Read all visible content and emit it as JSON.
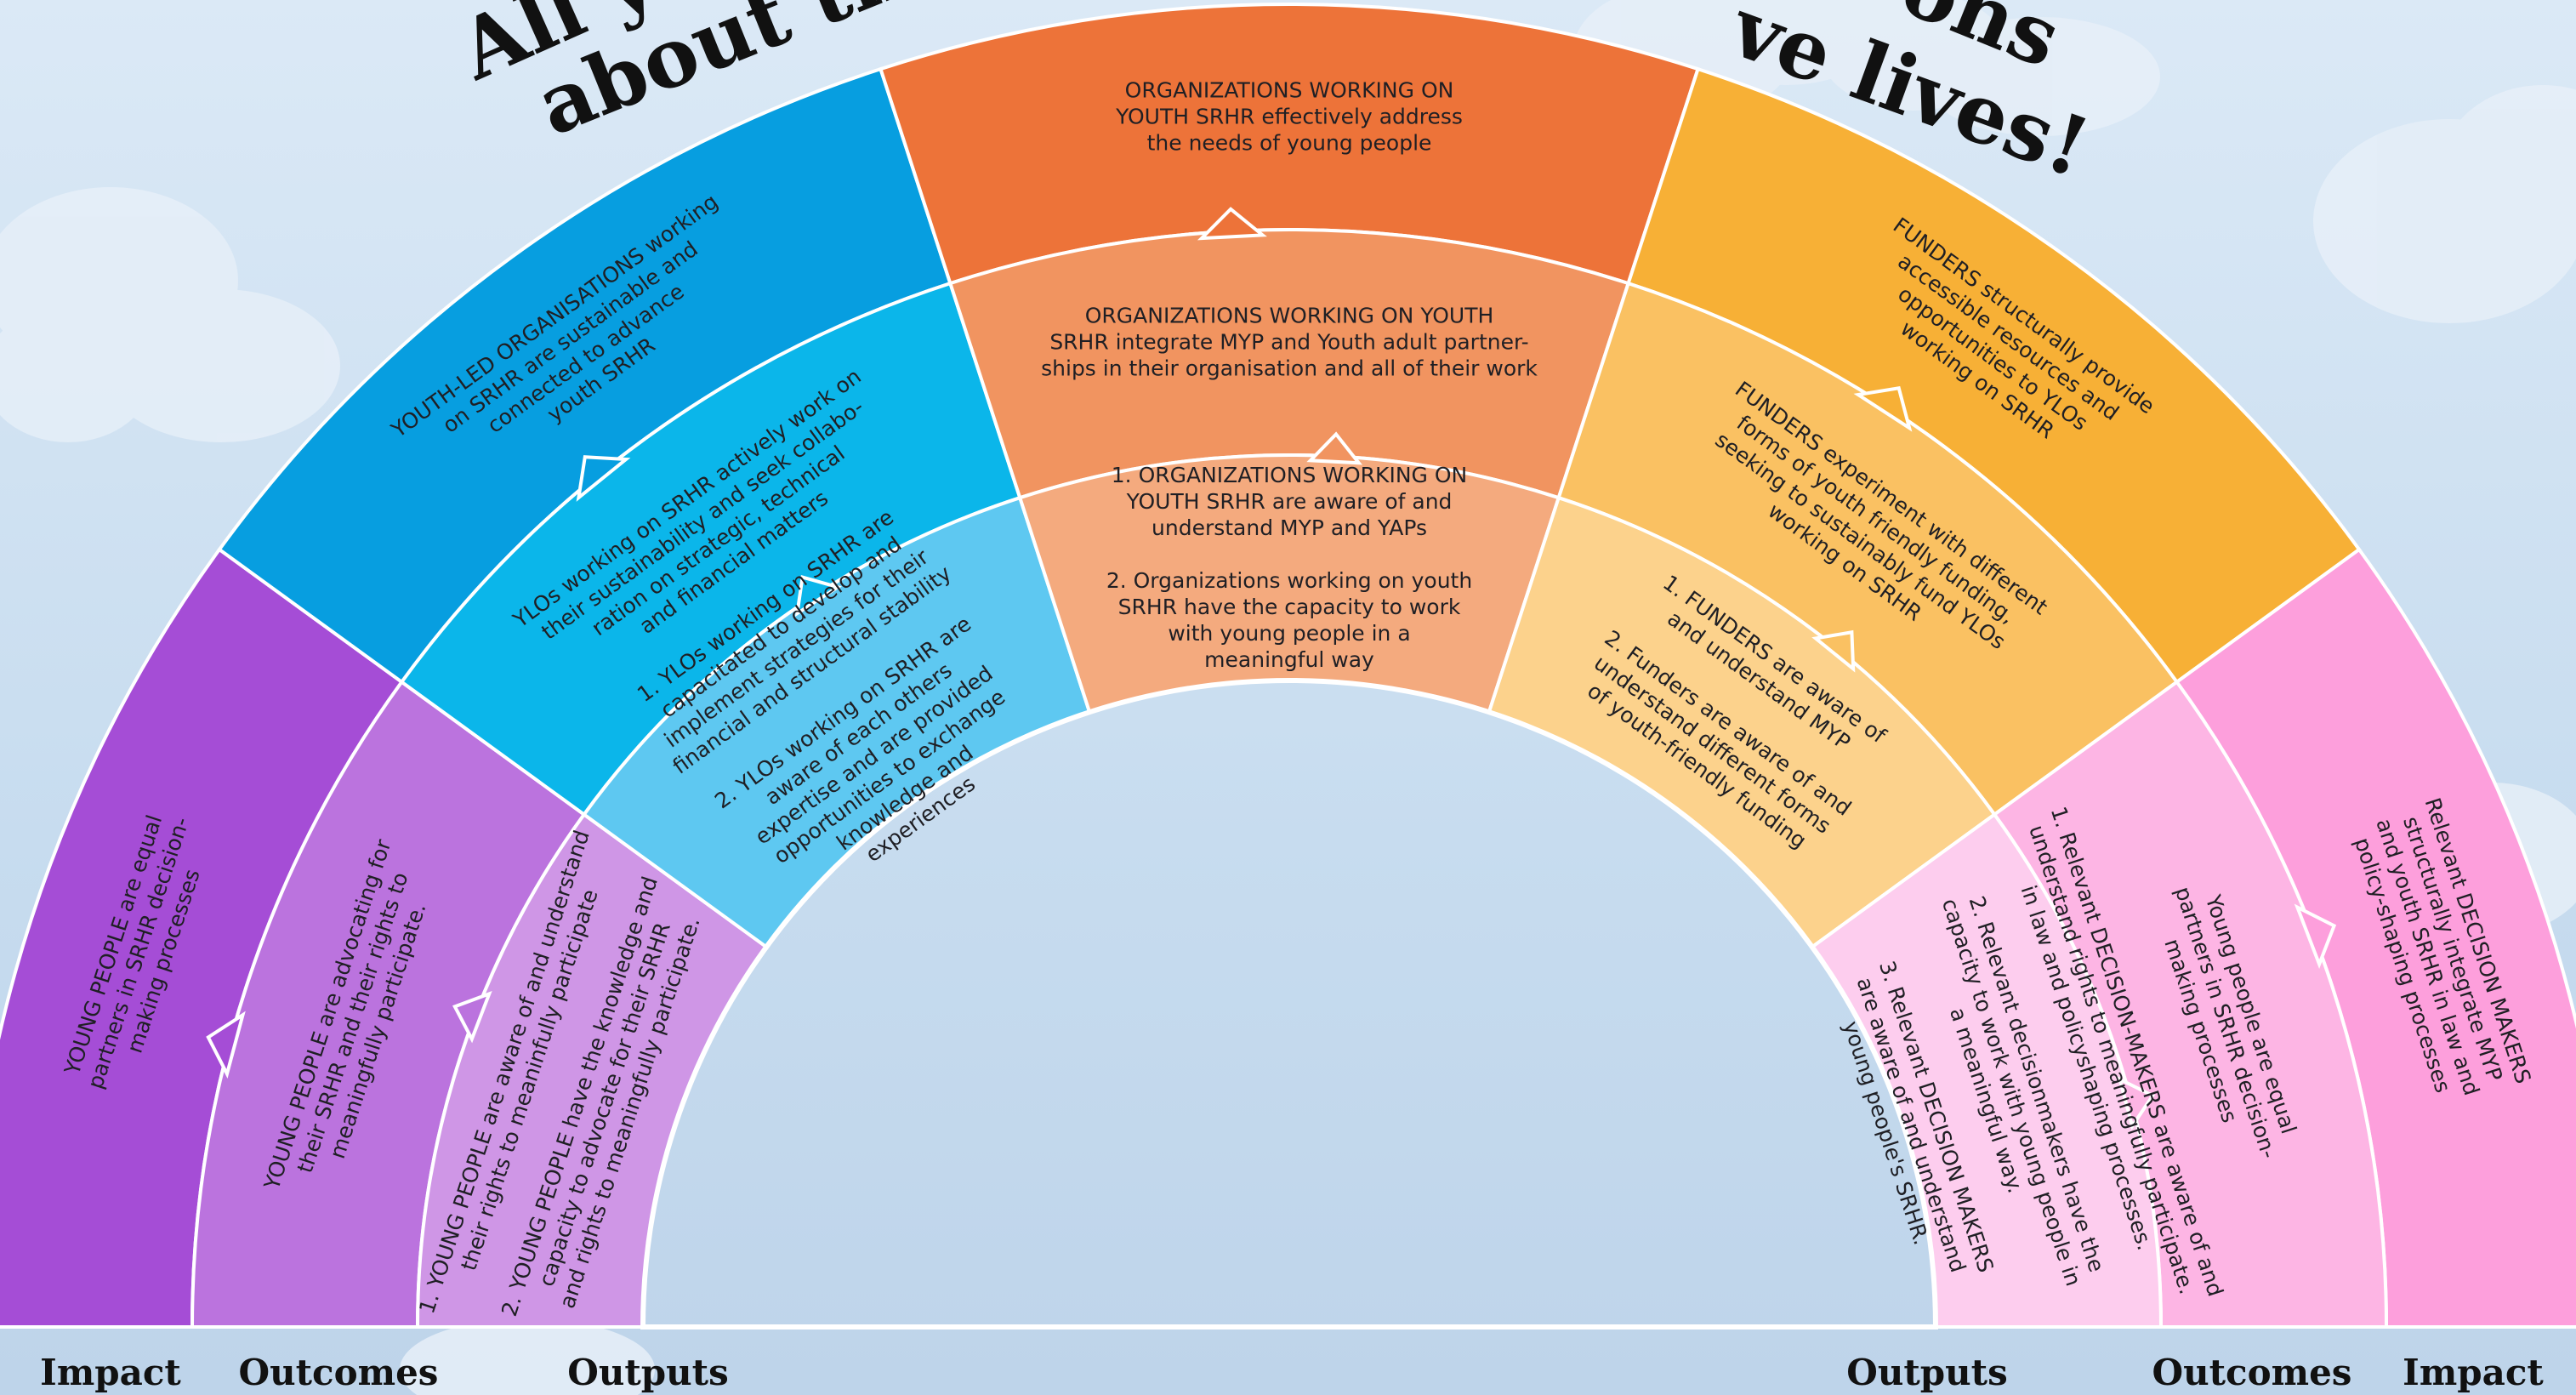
{
  "title": {
    "left": "All y",
    "left2": "about the",
    "right": "ons",
    "right2": "ve lives!"
  },
  "bottom_labels": {
    "left": [
      "Impact",
      "Outcomes",
      "Outputs"
    ],
    "right": [
      "Outputs",
      "Outcomes",
      "Impact"
    ]
  },
  "colors": {
    "purple": [
      "#a54dd6",
      "#bb73de",
      "#cf96e6"
    ],
    "blue": [
      "#079ee0",
      "#0bb6ea",
      "#5ec8f1"
    ],
    "orange": [
      "#ed7339",
      "#f19460",
      "#f4aa7e"
    ],
    "amber": [
      "#f7b036",
      "#fac162",
      "#fcd28c"
    ],
    "pink": [
      "#fd9fdc",
      "#fdb5e4",
      "#fdcdee"
    ],
    "center": "#c0d7ec"
  },
  "segments": {
    "young_people": {
      "impact": [
        "YOUNG PEOPLE are equal",
        "partners in SRHR decision-",
        "making processes"
      ],
      "outcomes": [
        "YOUNG PEOPLE are advocating for",
        "their SRHR and their rights to",
        "meaningfully participate."
      ],
      "outputs": [
        "1. YOUNG PEOPLE are aware of and understand",
        "their rights to meaninfully participate",
        "",
        "2. YOUNG PEOPLE have the knowledge and",
        "capacity to advocate for their SRHR",
        "and rights to meaningfully participate."
      ]
    },
    "ylos": {
      "impact": [
        "YOUTH-LED ORGANISATIONS working",
        "on SRHR are sustainable and",
        "connected to advance",
        "youth SRHR"
      ],
      "outcomes": [
        "YLOs working on SRHR actively work on",
        "their sustainability and seek collabo-",
        "ration on strategic, technical",
        "and financial matters"
      ],
      "outputs": [
        "1. YLOs working on SRHR are",
        "capacitated to develop and",
        "implement strategies for their",
        "financial and structural stability",
        "",
        "2. YLOs working on SRHR are",
        "aware of each others",
        "expertise and are provided",
        "opportunities to exchange",
        "knowledge and",
        "experiences"
      ]
    },
    "organizations": {
      "impact": [
        "ORGANIZATIONS WORKING ON",
        "YOUTH SRHR effectively address",
        "the needs of young people"
      ],
      "outcomes": [
        "ORGANIZATIONS WORKING ON YOUTH",
        "SRHR integrate MYP and Youth adult partner-",
        "ships in their organisation and all of their work"
      ],
      "outputs": [
        "1. ORGANIZATIONS WORKING ON",
        "YOUTH SRHR are aware of and",
        "understand MYP and YAPs",
        "",
        "2. Organizations working on youth",
        "SRHR have the capacity to work",
        "with young people in a",
        "meaningful way"
      ]
    },
    "funders": {
      "impact": [
        "FUNDERS structurally provide",
        "accessible resources and",
        "opportunities to YLOs",
        "working on SRHR"
      ],
      "outcomes": [
        "FUNDERS experiment with different",
        "forms of youth friendly funding,",
        "seeking to sustainably fund YLOs",
        "working on SRHR"
      ],
      "outputs": [
        "1. FUNDERS are aware of",
        "and understand MYP",
        "",
        "2. Funders are aware of and",
        "understand different forms",
        "of youth-friendly funding"
      ]
    },
    "decision_makers": {
      "impact": [
        "Relevant DECISION MAKERS",
        "structurally integrate MYP",
        "and youth SRHR in law and",
        "policy-shaping processes"
      ],
      "outcomes": [
        "Young people are equal",
        "partners in SRHR decision-",
        "making processes"
      ],
      "outputs": [
        "1. Relevant DECISION-MAKERS are aware of and",
        "understand rights to meaningfully participate.",
        "in law and policyshaping processes.",
        "",
        "2. Relevant decisionmakers have the",
        "capacity to work with young people in",
        "a meaningful way.",
        "",
        "3. Relevant DECISION MAKERS",
        "are aware of and understand",
        "young people's SRHR."
      ]
    }
  }
}
